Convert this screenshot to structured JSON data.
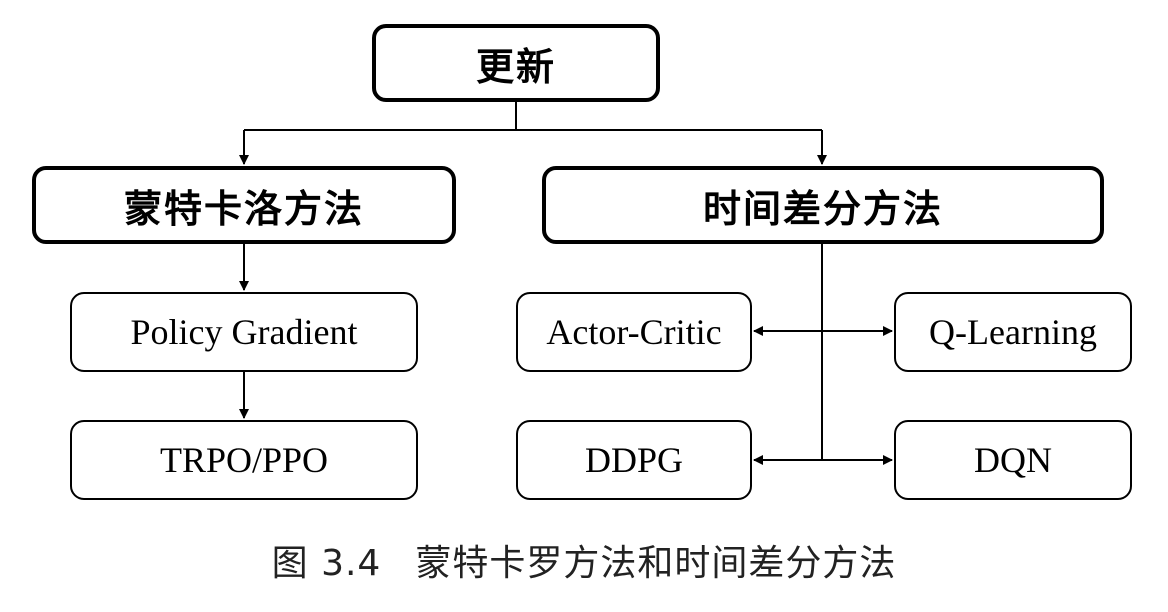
{
  "diagram": {
    "root": {
      "label": "更新"
    },
    "branches": [
      {
        "label": "蒙特卡洛方法",
        "children": [
          "Policy Gradient",
          "TRPO/PPO"
        ]
      },
      {
        "label": "时间差分方法",
        "children": [
          "Actor-Critic",
          "Q-Learning",
          "DDPG",
          "DQN"
        ]
      }
    ]
  },
  "caption": {
    "figure_label": "图 3.4",
    "text": "蒙特卡罗方法和时间差分方法"
  },
  "colors": {
    "line": "#000000",
    "box_border": "#000000",
    "background": "#ffffff",
    "caption_text": "#222222"
  }
}
